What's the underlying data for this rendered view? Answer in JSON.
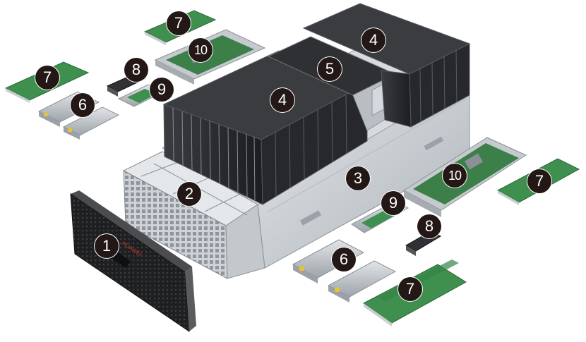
{
  "colors": {
    "chassis": "#c9ced3",
    "chassis_dark": "#9aa1a8",
    "blade": "#2b2d30",
    "blade_edge": "#6e7378",
    "pcb_green": "#3f8f4e",
    "pcb_dark": "#2c6a39",
    "psu": "#b8bdc2",
    "bezel": "#1e1f21",
    "callout": "#231815"
  },
  "bezel_logo": "HUAWEI",
  "callouts": [
    {
      "id": "c1",
      "label": "1"
    },
    {
      "id": "c2",
      "label": "2"
    },
    {
      "id": "c3",
      "label": "3"
    },
    {
      "id": "c4a",
      "label": "4"
    },
    {
      "id": "c4b",
      "label": "4"
    },
    {
      "id": "c5",
      "label": "5"
    },
    {
      "id": "c6a",
      "label": "6"
    },
    {
      "id": "c6b",
      "label": "6"
    },
    {
      "id": "c7a",
      "label": "7"
    },
    {
      "id": "c7b",
      "label": "7"
    },
    {
      "id": "c7c",
      "label": "7"
    },
    {
      "id": "c7d",
      "label": "7"
    },
    {
      "id": "c8a",
      "label": "8"
    },
    {
      "id": "c8b",
      "label": "8"
    },
    {
      "id": "c9a",
      "label": "9"
    },
    {
      "id": "c9b",
      "label": "9"
    },
    {
      "id": "c10a",
      "label": "10"
    },
    {
      "id": "c10b",
      "label": "10"
    }
  ]
}
